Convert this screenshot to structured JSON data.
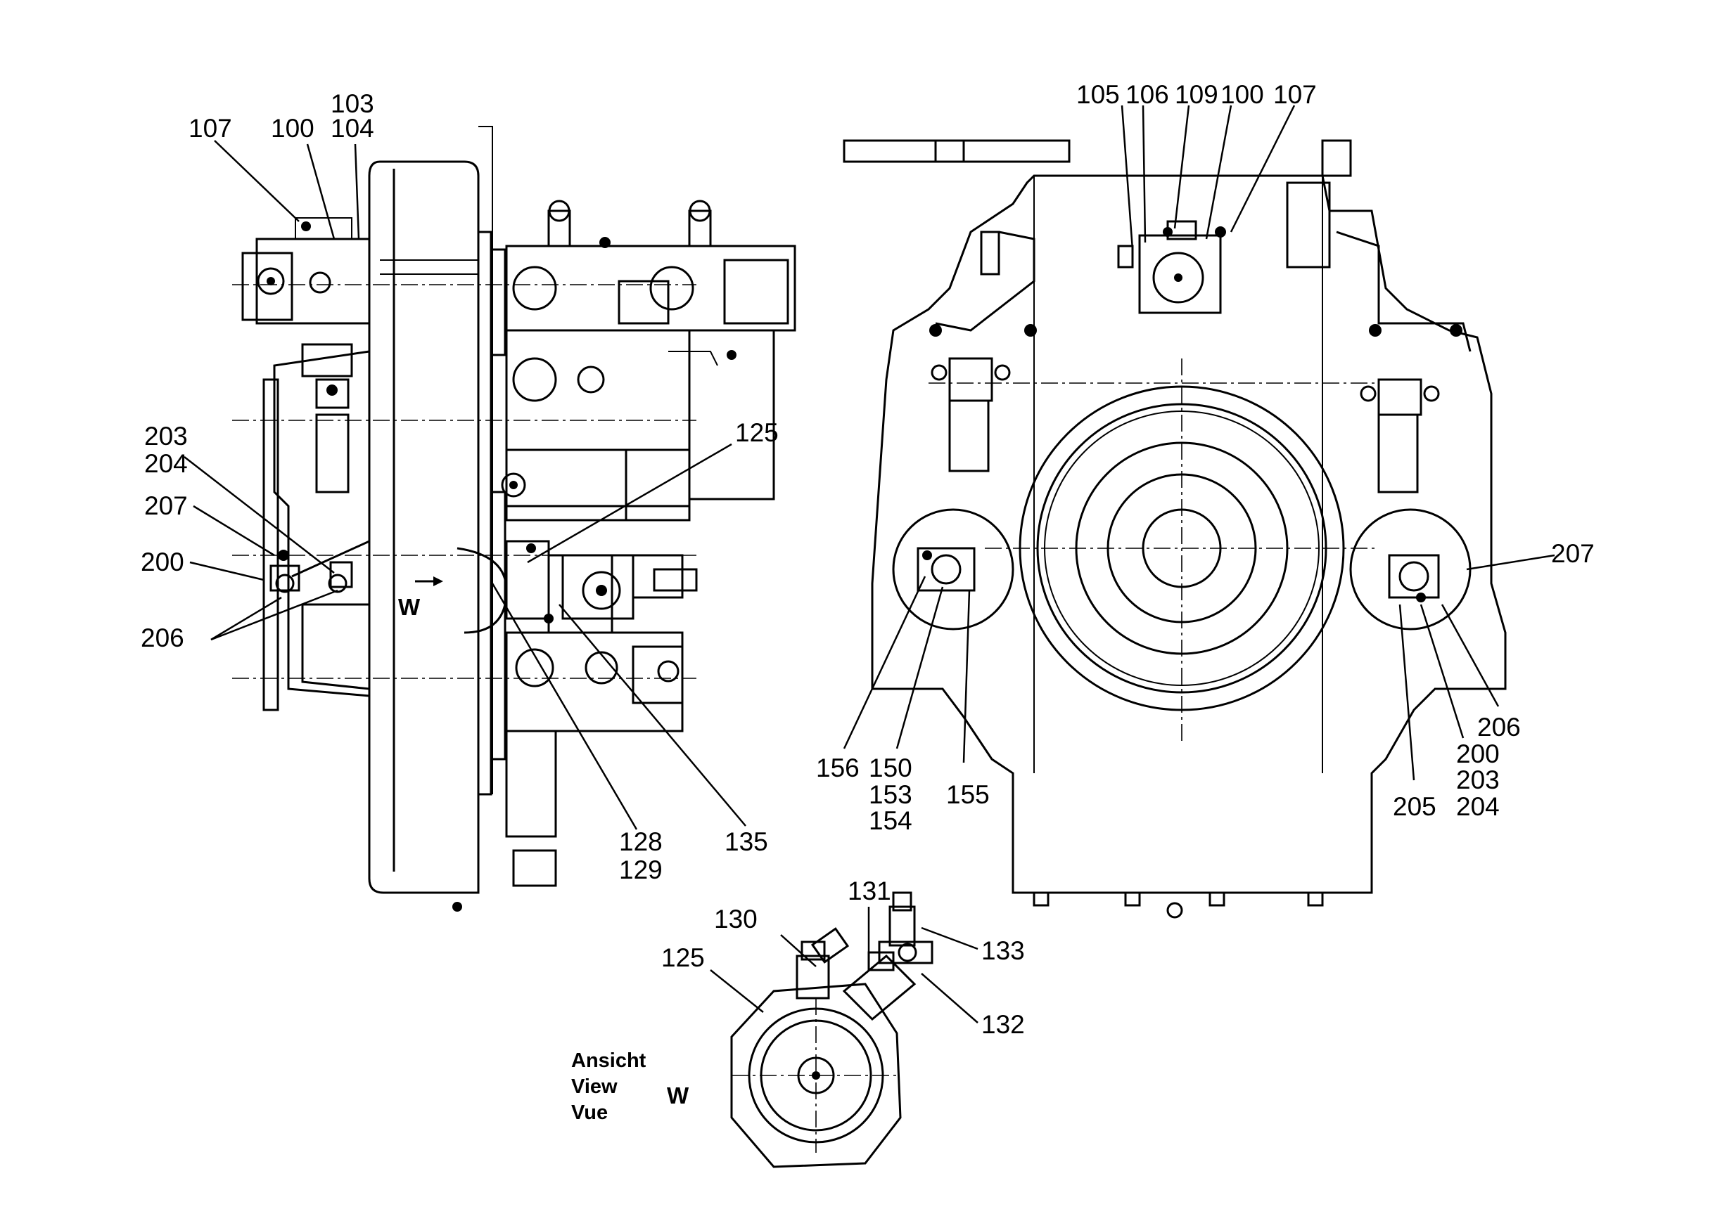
{
  "callouts": {
    "c107a": "107",
    "c100a": "100",
    "c103a": "103",
    "c104a": "104",
    "c203a": "203",
    "c204a": "204",
    "c207a": "207",
    "c200a": "200",
    "c206a": "206",
    "c125a": "125",
    "c128": "128",
    "c129": "129",
    "c135": "135",
    "c105": "105",
    "c106": "106",
    "c109": "109",
    "c100b": "100",
    "c107b": "107",
    "c207b": "207",
    "c206b": "206",
    "c200b": "200",
    "c203b": "203",
    "c204b": "204",
    "c205": "205",
    "c156": "156",
    "c150": "150",
    "c153": "153",
    "c154": "154",
    "c155": "155",
    "c131": "131",
    "c130": "130",
    "c125b": "125",
    "c133": "133",
    "c132": "132"
  },
  "view_marker": "W",
  "view_caption": {
    "line1": "Ansicht",
    "line2": "View",
    "line3": "Vue",
    "marker": "W"
  }
}
